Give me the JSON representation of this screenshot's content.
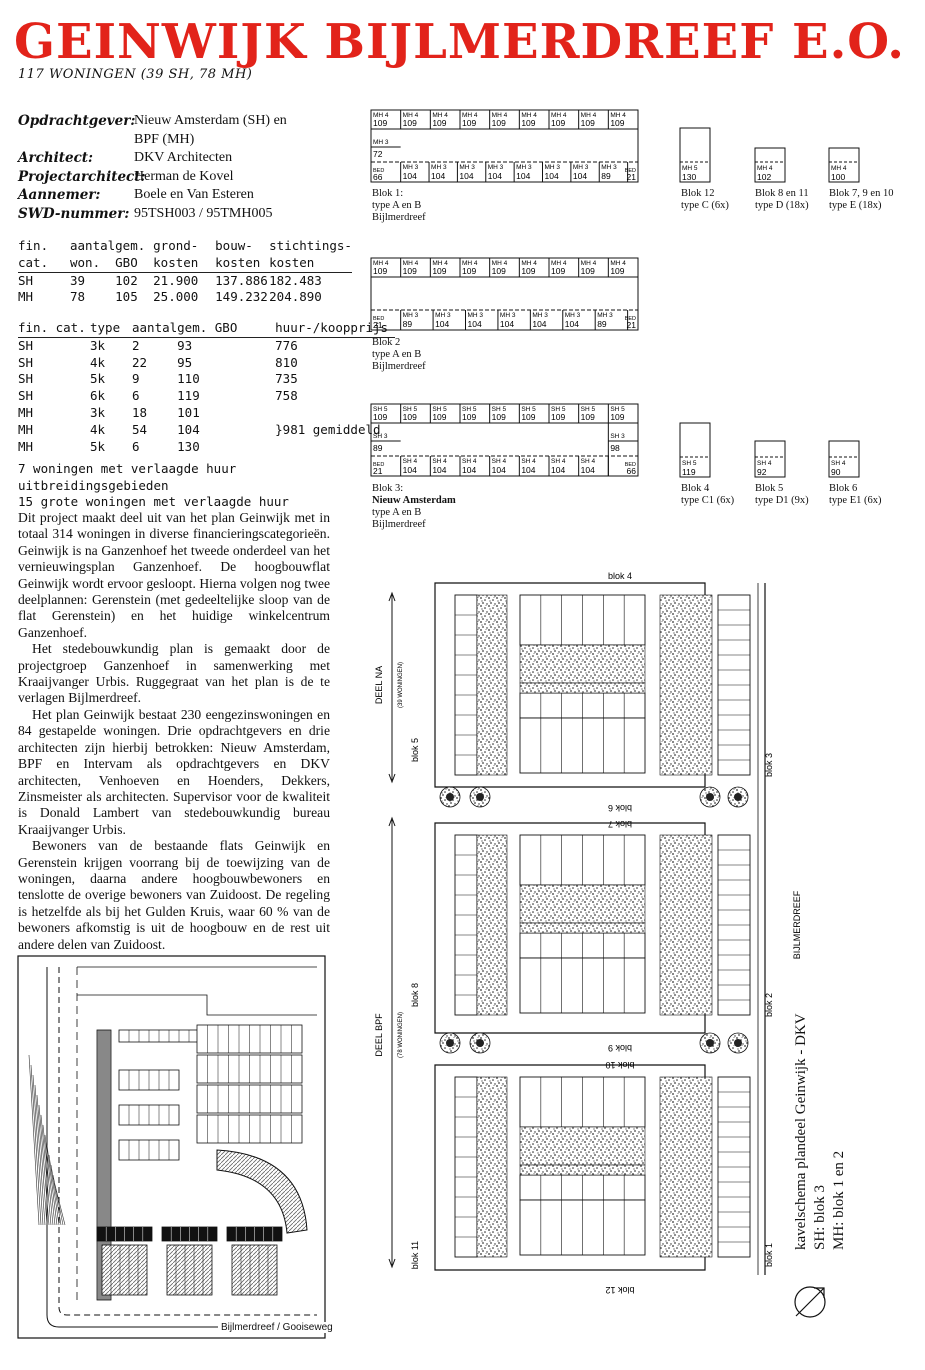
{
  "title": "GEINWIJK BIJLMERDREEF E.O.",
  "subtitle": "117 WONINGEN (39 SH, 78 MH)",
  "credits": [
    {
      "label": "Opdrachtgever:",
      "value": "Nieuw Amsterdam (SH) en",
      "value2": "BPF (MH)"
    },
    {
      "label": "Architect:",
      "value": "DKV Architecten"
    },
    {
      "label": "Projectarchitect:",
      "value": "Herman de Kovel"
    },
    {
      "label": "Aannemer:",
      "value": "Boele en Van Esteren"
    },
    {
      "label": "SWD-nummer:",
      "value": "95TSH003 / 95TMH005"
    }
  ],
  "costs": {
    "headers1": [
      "fin.",
      "aantal",
      "gem.",
      "grond-",
      "bouw-",
      "stichtings-"
    ],
    "headers2": [
      "cat.",
      "won.",
      "GBO",
      "kosten",
      "kosten",
      "kosten"
    ],
    "rows": [
      [
        "SH",
        "39",
        "102",
        "21.900",
        "137.886",
        "182.483"
      ],
      [
        "MH",
        "78",
        "105",
        "25.000",
        "149.232",
        "204.890"
      ]
    ]
  },
  "types": {
    "headers": [
      "fin. cat.",
      "type",
      "aantal",
      "gem. GBO",
      "huur-/koopprijs"
    ],
    "rows": [
      [
        "SH",
        "3k",
        "2",
        "93",
        "776"
      ],
      [
        "SH",
        "4k",
        "22",
        "95",
        "810"
      ],
      [
        "SH",
        "5k",
        "9",
        "110",
        "735"
      ],
      [
        "SH",
        "6k",
        "6",
        "119",
        "758"
      ],
      [
        "MH",
        "3k",
        "18",
        "101",
        ""
      ],
      [
        "MH",
        "4k",
        "54",
        "104",
        "}981 gemiddeld"
      ],
      [
        "MH",
        "5k",
        "6",
        "130",
        ""
      ]
    ]
  },
  "notes": [
    "7 woningen met verlaagde huur uitbreidingsgebieden",
    "15 grote woningen met verlaagde huur"
  ],
  "body": [
    "Dit project maakt deel uit van het plan Geinwijk met in totaal 314 woningen in diverse financieringscategorieën. Geinwijk is na Ganzenhoef het tweede onderdeel van het vernieuwingsplan Ganzenhoef. De hoogbouwflat Geinwijk wordt ervoor gesloopt. Hierna volgen nog twee deelplannen: Gerenstein (met gedeeltelijke sloop van de flat Gerenstein) en het huidige winkelcentrum Ganzenhoef.",
    "Het stedebouwkundig plan is gemaakt door de projectgroep Ganzenhoef in samenwerking met Kraaijvanger Urbis. Ruggegraat van het plan is de te verlagen Bijlmerdreef.",
    "Het plan Geinwijk bestaat 230 eengezinswoningen en 84 gestapelde woningen. Drie opdrachtgevers en drie architecten zijn hierbij betrokken: Nieuw Amsterdam, BPF en Intervam als opdrachtgevers en DKV architecten, Venhoeven en Hoenders, Dekkers, Zinsmeister als architecten. Supervisor voor de kwaliteit is Donald Lambert van stedebouwkundig bureau Kraaijvanger Urbis.",
    "Bewoners van de bestaande flats Geinwijk en Gerenstein krijgen voorrang bij de toewijzing van de woningen, daarna andere hoogbouwbewoners en tenslotte de overige bewoners van Zuidoost. De regeling is hetzelfde als bij het Gulden Kruis, waar 60 % van de bewoners afkomstig is uit de hoogbouw en de rest uit andere delen van Zuidoost."
  ],
  "blocks": [
    {
      "caption1": "Blok 1:",
      "caption2": "type A en B",
      "caption3": "Bijlmerdreef",
      "top_codes": [
        "MH 4",
        "MH 4",
        "MH 4",
        "MH 4",
        "MH 4",
        "MH 4",
        "MH 4",
        "MH 4",
        "MH 4"
      ],
      "top_nums": [
        "109",
        "109",
        "109",
        "109",
        "109",
        "109",
        "109",
        "109",
        "109"
      ],
      "bot_codes": [
        "MH 3",
        "MH 3",
        "MH 3",
        "MH 3",
        "MH 3",
        "MH 3",
        "MH 3",
        "MH 3"
      ],
      "bot_nums": [
        "104",
        "104",
        "104",
        "104",
        "104",
        "104",
        "104",
        "89"
      ],
      "left_top": "MH 3",
      "left_num": "72",
      "left_bed": "BED",
      "left_bed_num": "66",
      "right_bed": "BED",
      "right_bed_num": "21"
    },
    {
      "caption1": "Blok 2",
      "caption2": "type A en B",
      "caption3": "Bijlmerdreef",
      "top_codes": [
        "MH 4",
        "MH 4",
        "MH 4",
        "MH 4",
        "MH 4",
        "MH 4",
        "MH 4",
        "MH 4",
        "MH 4"
      ],
      "top_nums": [
        "109",
        "109",
        "109",
        "109",
        "109",
        "109",
        "109",
        "109",
        "109"
      ],
      "bot_codes": [
        "MH 3",
        "MH 3",
        "MH 3",
        "MH 3",
        "MH 3",
        "MH 3",
        "MH 3"
      ],
      "bot_nums": [
        "89",
        "104",
        "104",
        "104",
        "104",
        "104",
        "89"
      ],
      "left_bed": "BED",
      "left_bed_num": "21",
      "right_bed": "BED",
      "right_bed_num": "21"
    },
    {
      "caption1": "Blok 3: ",
      "caption1b": "Nieuw Amsterdam",
      "caption2": "type A en B",
      "caption3": "Bijlmerdreef",
      "top_codes": [
        "SH 5",
        "SH 5",
        "SH 5",
        "SH 5",
        "SH 5",
        "SH 5",
        "SH 5",
        "SH 5",
        "SH 5"
      ],
      "top_nums": [
        "109",
        "109",
        "109",
        "109",
        "109",
        "109",
        "109",
        "109",
        "109"
      ],
      "bot_codes": [
        "SH 4",
        "SH 4",
        "SH 4",
        "SH 4",
        "SH 4",
        "SH 4",
        "SH 4"
      ],
      "bot_nums": [
        "104",
        "104",
        "104",
        "104",
        "104",
        "104",
        "104"
      ],
      "left_top": "SH 3",
      "left_num": "89",
      "right_top": "SH 3",
      "right_num": "98",
      "left_bed": "BED",
      "left_bed_num": "21",
      "right_bed": "BED",
      "right_bed_num": "66"
    }
  ],
  "small_blocks": [
    {
      "code": "MH 5",
      "num": "130",
      "caption1": "Blok 12",
      "caption2": "type C (6x)"
    },
    {
      "code": "MH 4",
      "num": "102",
      "caption1": "Blok 8 en 11",
      "caption2": "type D (18x)"
    },
    {
      "code": "MH 4",
      "num": "100",
      "caption1": "Blok 7, 9 en 10",
      "caption2": "type E (18x)"
    },
    {
      "code": "SH 5",
      "num": "119",
      "caption1": "Blok 4",
      "caption2": "type C1 (6x)"
    },
    {
      "code": "SH 4",
      "num": "92",
      "caption1": "Blok 5",
      "caption2": "type D1 (9x)"
    },
    {
      "code": "SH 4",
      "num": "90",
      "caption1": "Blok 6",
      "caption2": "type E1 (6x)"
    }
  ],
  "plan": {
    "street": "BIJLMERDREEF",
    "deel_na": "DEEL NA",
    "deel_na_sub": "(39 WONINGEN)",
    "deel_bpf": "DEEL BPF",
    "deel_bpf_sub": "(78 WONINGEN)",
    "blok_labels": [
      "blok 4",
      "blok 5",
      "blok 3",
      "blok 6",
      "blok 7",
      "blok 8",
      "blok 2",
      "blok 9",
      "blok 10",
      "blok 11",
      "blok 1",
      "blok 12"
    ],
    "side_credit": [
      "kavelschema plandeel Geinwijk - DKV",
      "SH: blok 3",
      "MH: blok 1 en 2"
    ]
  },
  "site_caption": "Bijlmerdreef / Gooiseweg"
}
